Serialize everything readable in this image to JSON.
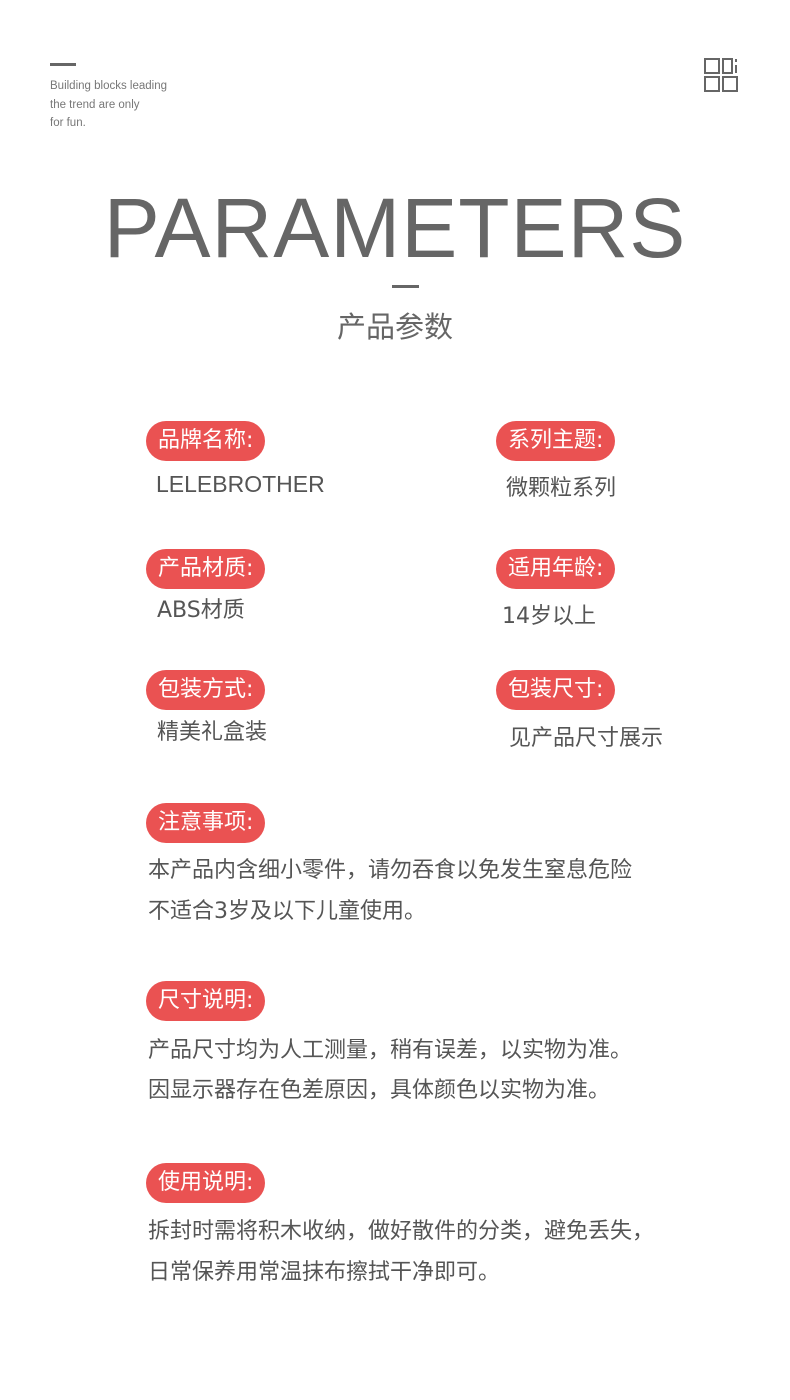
{
  "header": {
    "tagline": [
      "Building blocks leading",
      "the trend are only",
      "for fun."
    ],
    "menu_icon": "grid-icon"
  },
  "hero": {
    "title": "PARAMETERS",
    "subtitle": "产品参数"
  },
  "fields": {
    "brand": {
      "label": "品牌名称:",
      "value": "LELEBROTHER"
    },
    "series": {
      "label": "系列主题:",
      "value": "微颗粒系列"
    },
    "material": {
      "label": "产品材质:",
      "value": "ABS材质"
    },
    "age": {
      "label": "适用年龄:",
      "value": "14岁以上"
    },
    "packaging": {
      "label": "包装方式:",
      "value": "精美礼盒装"
    },
    "package_size": {
      "label": "包装尺寸:",
      "value": "见产品尺寸展示"
    }
  },
  "sections": {
    "notice": {
      "label": "注意事项:",
      "lines": [
        "本产品内含细小零件，请勿吞食以免发生窒息危险",
        "不适合3岁及以下儿童使用。"
      ]
    },
    "size_note": {
      "label": "尺寸说明:",
      "lines": [
        "产品尺寸均为人工测量，稍有误差，以实物为准。",
        "因显示器存在色差原因，具体颜色以实物为准。"
      ]
    },
    "usage": {
      "label": "使用说明:",
      "lines": [
        "拆封时需将积木收纳，做好散件的分类，避免丢失，",
        "日常保养用常温抹布擦拭干净即可。"
      ]
    }
  },
  "colors": {
    "accent": "#ea5252",
    "text": "#555555",
    "title": "#666666"
  }
}
